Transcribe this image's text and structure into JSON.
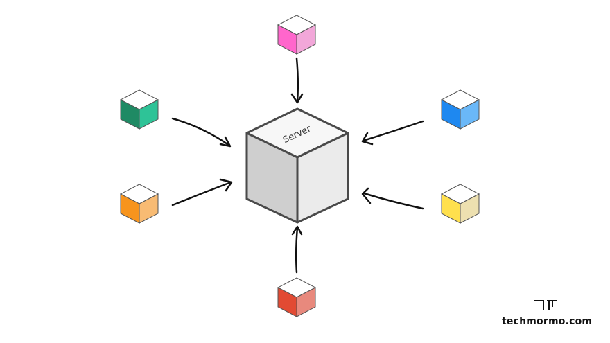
{
  "server": {
    "label": "Server",
    "colors": {
      "top": "#f7f7f7",
      "left": "#cfcfcf",
      "right": "#ebebeb",
      "stroke": "#4a4a4a"
    }
  },
  "clients": [
    {
      "name": "client-pink-cube",
      "colors": {
        "top": "#ffffff",
        "left": "#ff66cc",
        "right": "#f2a7d9"
      }
    },
    {
      "name": "client-green-cube",
      "colors": {
        "top": "#ffffff",
        "left": "#1f8a64",
        "right": "#2ec397"
      }
    },
    {
      "name": "client-blue-cube",
      "colors": {
        "top": "#ffffff",
        "left": "#1e88f0",
        "right": "#6ab8f8"
      }
    },
    {
      "name": "client-orange-cube",
      "colors": {
        "top": "#ffffff",
        "left": "#f7941d",
        "right": "#f8bb73"
      }
    },
    {
      "name": "client-yellow-cube",
      "colors": {
        "top": "#ffffff",
        "left": "#ffe04d",
        "right": "#ede0b0"
      }
    },
    {
      "name": "client-red-cube",
      "colors": {
        "top": "#ffffff",
        "left": "#e24a33",
        "right": "#e8897d"
      }
    }
  ],
  "brand": {
    "name": "techmormo.com"
  }
}
